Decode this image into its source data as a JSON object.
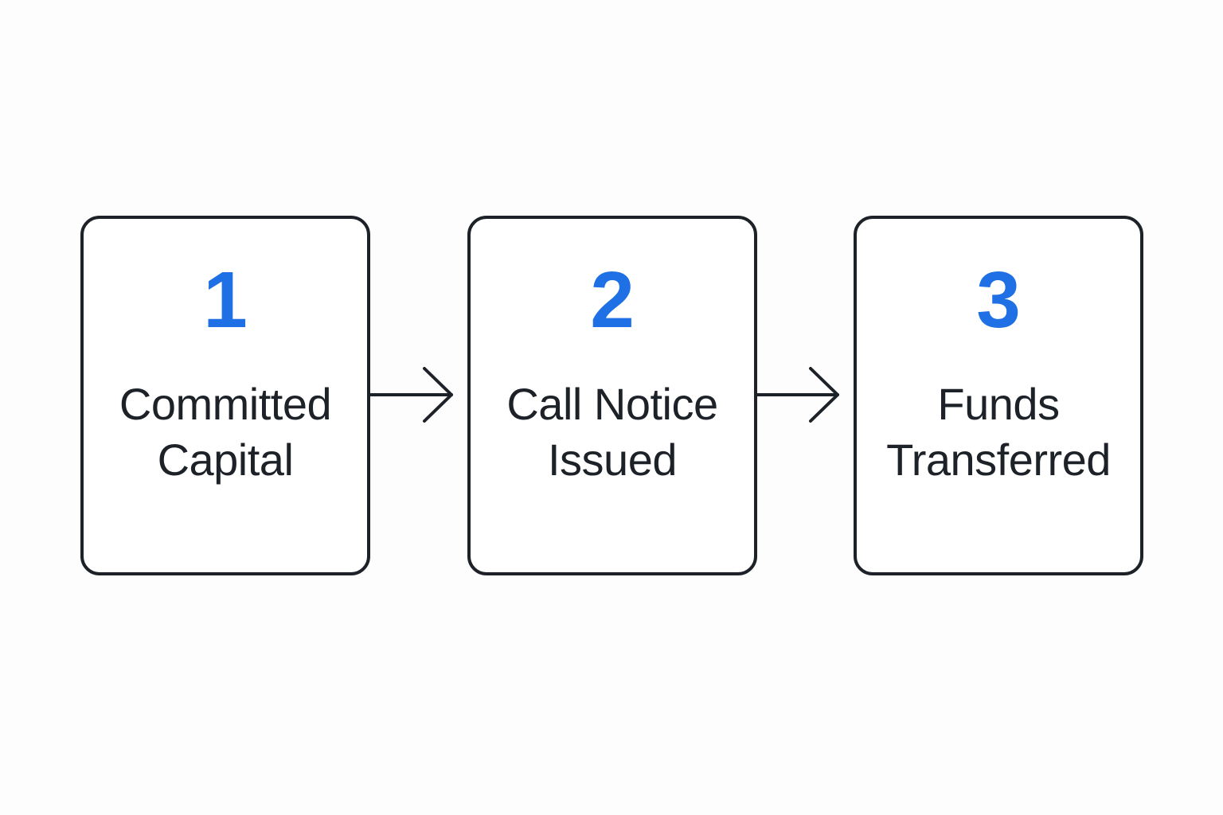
{
  "colors": {
    "accent": "#1f6fe5",
    "stroke": "#1d2128",
    "background": "#fdfdfd"
  },
  "steps": [
    {
      "number": "1",
      "label_lines": [
        "Committed",
        "Capital"
      ]
    },
    {
      "number": "2",
      "label_lines": [
        "Call Notice",
        "Issued"
      ]
    },
    {
      "number": "3",
      "label_lines": [
        "Funds",
        "Transferred"
      ]
    }
  ],
  "connectors": [
    {
      "from": "1",
      "to": "2",
      "icon": "arrow-right-icon"
    },
    {
      "from": "2",
      "to": "3",
      "icon": "arrow-right-icon"
    }
  ]
}
